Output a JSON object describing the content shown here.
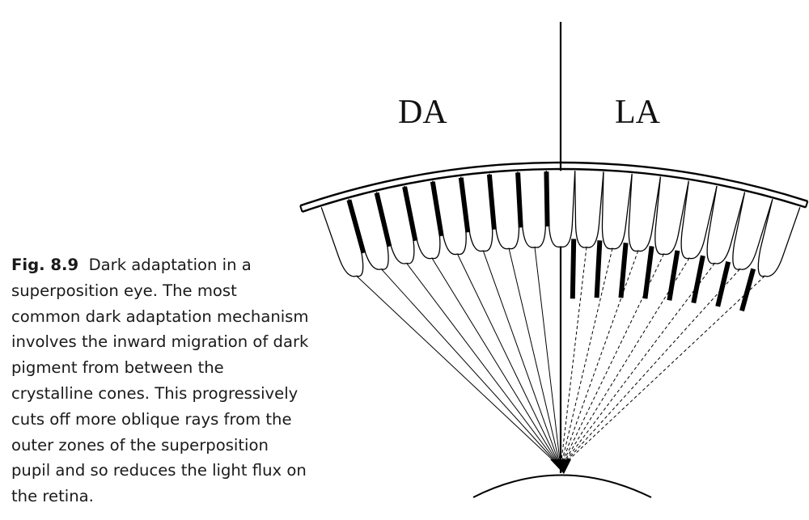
{
  "caption": {
    "label": "Fig. 8.9",
    "text": "Dark adaptation in a superposition eye. The most common dark adaptation mechanism involves the inward migration of dark pigment from between the crystalline cones. This progressively cuts off more oblique rays from the outer zones of the superposition pupil and so reduces the light flux on the retina."
  },
  "diagram": {
    "left_label": "DA",
    "right_label": "LA"
  }
}
